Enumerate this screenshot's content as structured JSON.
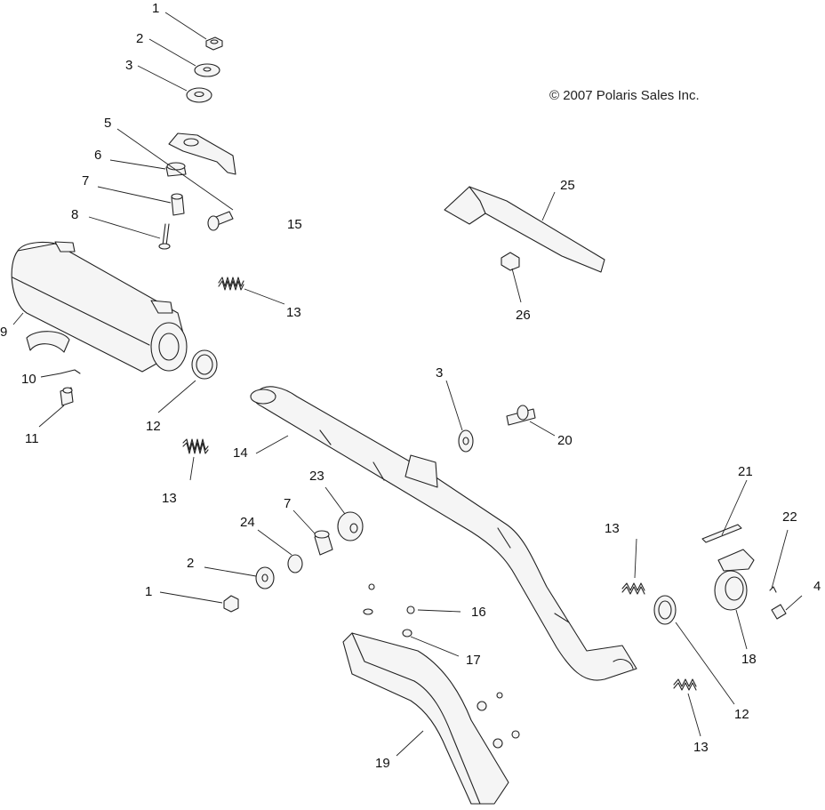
{
  "copyright": "© 2007 Polaris Sales Inc.",
  "callouts": [
    "1",
    "2",
    "3",
    "5",
    "6",
    "7",
    "8",
    "15",
    "25",
    "26",
    "13",
    "9",
    "10",
    "11",
    "12",
    "3",
    "20",
    "14",
    "13",
    "23",
    "7",
    "24",
    "2",
    "1",
    "21",
    "22",
    "4",
    "13",
    "18",
    "12",
    "13",
    "16",
    "17",
    "19"
  ]
}
